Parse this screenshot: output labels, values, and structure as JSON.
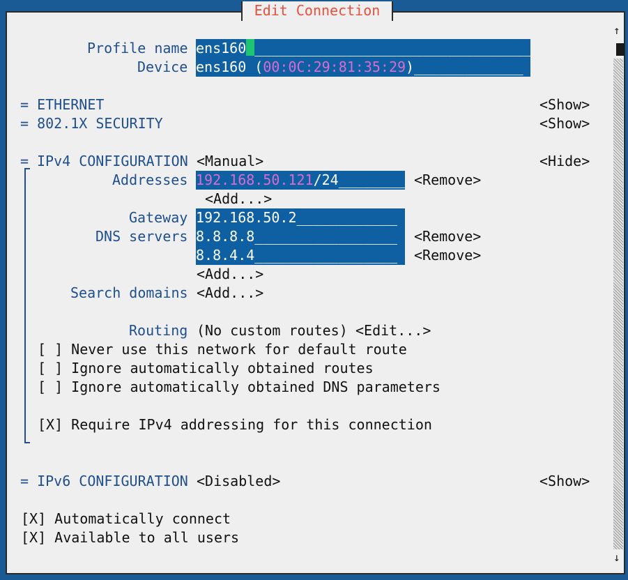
{
  "dialog": {
    "title": "Edit Connection"
  },
  "profile": {
    "label": "Profile name",
    "value": "ens160",
    "pad": "___________________________________"
  },
  "device": {
    "label": "Device",
    "name": "ens160",
    "open": " (",
    "mac": "00:0C:29:81:35:29",
    "close": ")",
    "pad": "_____________"
  },
  "ethernet": {
    "title": "= ETHERNET",
    "toggle": "<Show>"
  },
  "security": {
    "title": "= 802.1X SECURITY",
    "toggle": "<Show>"
  },
  "ipv4": {
    "title": "IPv4 CONFIGURATION",
    "mode": "<Manual>",
    "toggle": "<Hide>",
    "addresses_label": "Addresses",
    "address_ip": "192.168.50.121",
    "address_prefix": "/24",
    "address_pad": "________",
    "remove": "<Remove>",
    "add": "<Add...>",
    "gateway_label": "Gateway",
    "gateway": "192.168.50.2____________",
    "dns_label": "DNS servers",
    "dns": [
      "8.8.8.8_________________",
      "8.8.4.4_________________"
    ],
    "search_label": "Search domains",
    "routing_label": "Routing",
    "routing_value": "(No custom routes)",
    "routing_edit": "<Edit...>",
    "checks": [
      "[ ] Never use this network for default route",
      "[ ] Ignore automatically obtained routes",
      "[ ] Ignore automatically obtained DNS parameters",
      "[X] Require IPv4 addressing for this connection"
    ]
  },
  "ipv6": {
    "title": "= IPv6 CONFIGURATION",
    "mode": "<Disabled>",
    "toggle": "<Show>"
  },
  "bottom_checks": [
    "[X] Automatically connect",
    "[X] Available to all users"
  ],
  "scroll": {
    "up": "↑",
    "down": "↓"
  },
  "colors": {
    "field_bg": "#0f5fa3",
    "label": "#1f4f8c",
    "title": "#e8503b",
    "mac": "#d96bd2",
    "cursor": "#1cc56f"
  }
}
